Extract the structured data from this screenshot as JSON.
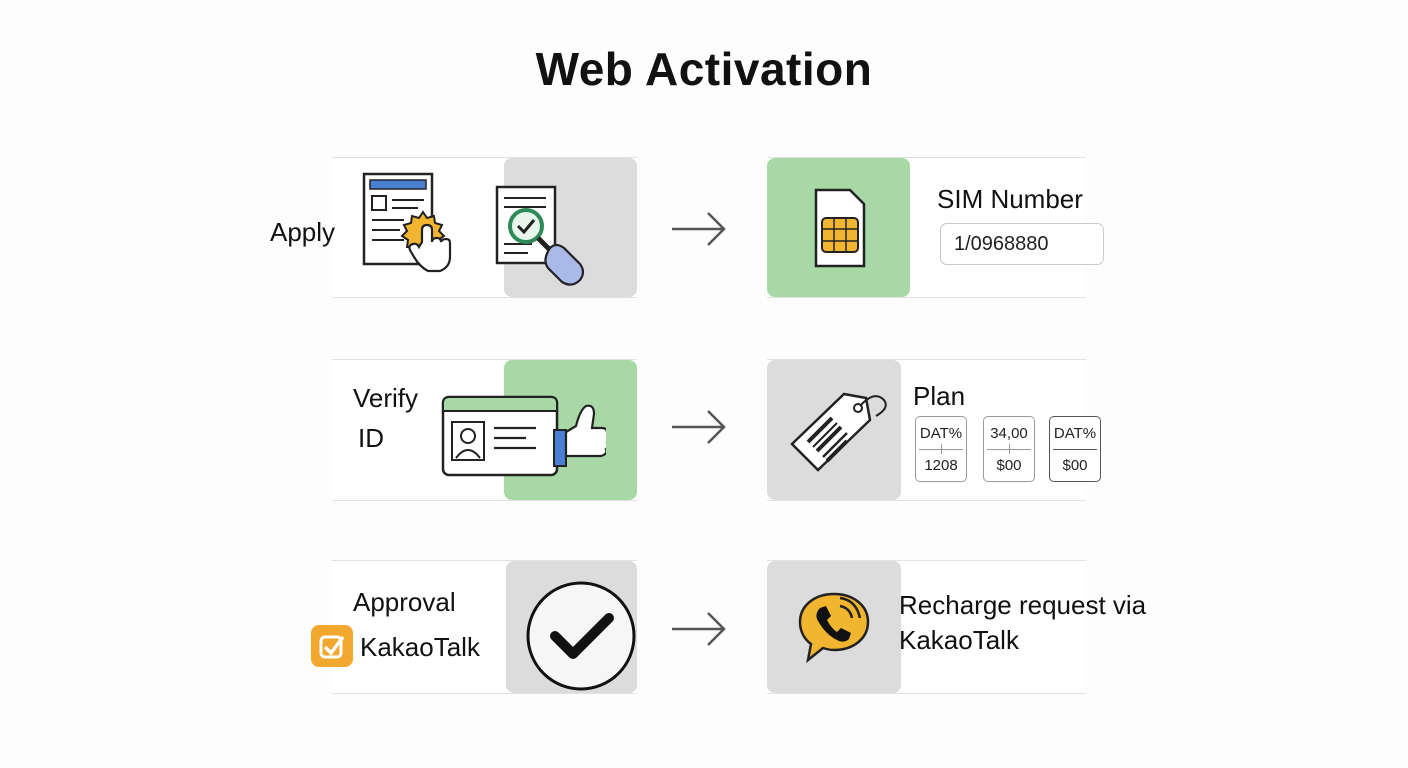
{
  "title": "Web Activation",
  "rows": [
    {
      "left": {
        "label_lines": [
          "Apply"
        ],
        "icons": [
          "application-form-icon",
          "document-check-icon"
        ]
      },
      "right": {
        "label": "SIM Number",
        "input_value": "1/0968880",
        "icon": "sim-card-icon"
      }
    },
    {
      "left": {
        "label_lines": [
          "Verify",
          "ID"
        ],
        "icons": [
          "id-card-thumbs-up-icon"
        ]
      },
      "right": {
        "label": "Plan",
        "icon": "price-tag-icon",
        "plans": [
          {
            "top": "DAT%",
            "bottom": "1208"
          },
          {
            "top": "34,00",
            "bottom": "$00"
          },
          {
            "top": "DAT%",
            "bottom": "$00"
          }
        ]
      }
    },
    {
      "left": {
        "label_lines": [
          "Approval",
          "KakaoTalk"
        ],
        "icons": [
          "kakaotalk-check-icon",
          "checkmark-circle-icon"
        ]
      },
      "right": {
        "label_lines": [
          "Recharge request via",
          "KakaoTalk"
        ],
        "icon": "phone-chat-icon"
      }
    }
  ],
  "arrow_icon": "right-arrow-icon",
  "colors": {
    "green_panel": "#a8d8a6",
    "gray_panel": "#dcdcdc",
    "kakao_yellow": "#f2b52f",
    "accent_blue": "#4a7fd1"
  }
}
